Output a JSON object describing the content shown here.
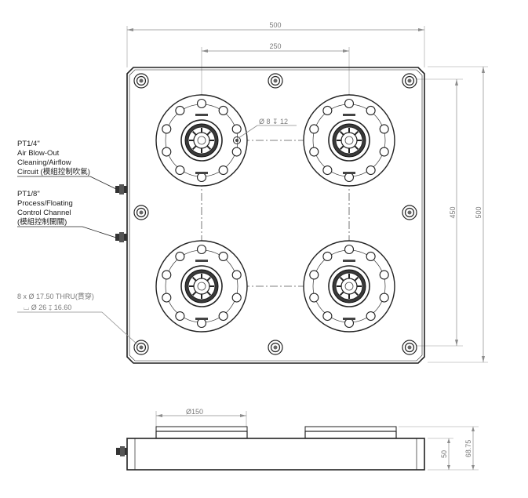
{
  "dimensions": {
    "overall_width": "500",
    "pitch_width": "250",
    "pitch_height": "450",
    "overall_height": "500",
    "flange_diameter": "Ø150",
    "base_height": "50",
    "total_height": "68.75",
    "port_hole": "Ø 8 ↧ 12"
  },
  "notes": {
    "air_port": [
      "PT1/4\"",
      "Air Blow-Out",
      "Cleaning/Airflow",
      "Circuit (模組控制吹氣)"
    ],
    "process_port": [
      "PT1/8\"",
      "Process/Floating",
      "Control Channel",
      "(模組控制開關)"
    ],
    "mount_holes": [
      "8 x  Ø  17.50 THRU(貫穿)",
      "⌴  Ø 26 ↧ 16.60"
    ]
  },
  "colors": {
    "line": "#222222",
    "dimension": "#8c8c8c",
    "background": "#ffffff"
  }
}
